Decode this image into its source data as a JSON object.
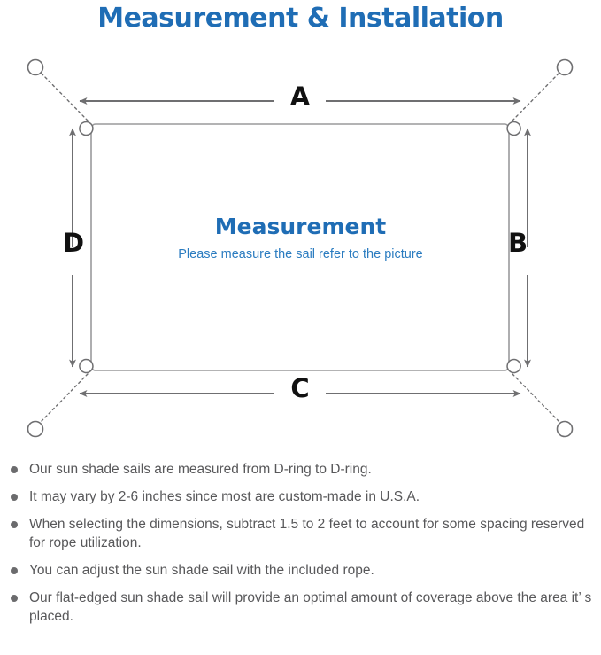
{
  "title": "Measurement & Installation",
  "diagram": {
    "center_title": "Measurement",
    "center_subtitle": "Please measure the sail refer to the picture",
    "dimension_labels": {
      "top": "A",
      "right": "B",
      "bottom": "C",
      "left": "D"
    },
    "colors": {
      "title_blue": "#1f6db5",
      "subtitle_blue": "#2b7cc0",
      "line_gray": "#6f6f71",
      "sail_border": "#9a9a9c",
      "label_black": "#111111",
      "note_text": "#58585a",
      "bullet": "#6b6b6d"
    },
    "icon_names": {
      "anchor_ring": "anchor-ring-icon",
      "d_ring": "d-ring-icon",
      "rope": "dotted-rope-line",
      "arrow": "dimension-arrow"
    }
  },
  "notes": [
    "Our sun shade sails are measured from D-ring to D-ring.",
    "It may vary by 2-6 inches since most are custom-made in U.S.A.",
    "When selecting the dimensions, subtract 1.5 to 2 feet to account for some spacing reserved for rope utilization.",
    "You can adjust the sun shade sail with the included rope.",
    "Our flat-edged sun shade sail will provide an optimal amount of coverage above the area it’ s placed."
  ]
}
